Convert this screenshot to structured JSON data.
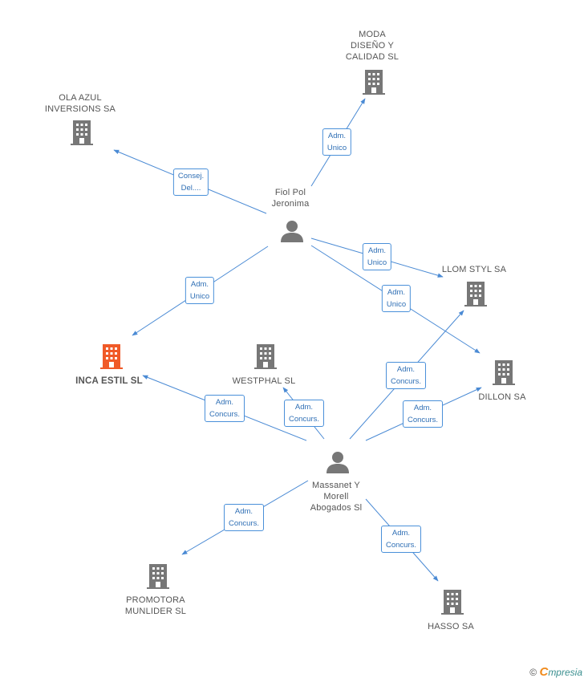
{
  "colors": {
    "edge": "#4a8ad4",
    "icon": "#777777",
    "highlight": "#f05a28",
    "label_border": "#4a90d9"
  },
  "nodes": [
    {
      "id": "moda",
      "type": "company",
      "label": "MODA\nDISEÑO Y\nCALIDAD SL"
    },
    {
      "id": "ola",
      "type": "company",
      "label": "OLA AZUL\nINVERSIONS SA"
    },
    {
      "id": "fiol",
      "type": "person",
      "label": "Fiol Pol\nJeronima"
    },
    {
      "id": "llom",
      "type": "company",
      "label": "LLOM STYL SA"
    },
    {
      "id": "inca",
      "type": "company",
      "label": "INCA ESTIL SL",
      "highlight": true
    },
    {
      "id": "westphal",
      "type": "company",
      "label": "WESTPHAL SL"
    },
    {
      "id": "dillon",
      "type": "company",
      "label": "DILLON SA"
    },
    {
      "id": "massanet",
      "type": "person",
      "label": "Massanet Y\nMorell\nAbogados Sl"
    },
    {
      "id": "promotora",
      "type": "company",
      "label": "PROMOTORA\nMUNLIDER SL"
    },
    {
      "id": "hasso",
      "type": "company",
      "label": "HASSO SA"
    }
  ],
  "edges": [
    {
      "from": "fiol",
      "to": "moda",
      "label": "Adm.\nUnico"
    },
    {
      "from": "fiol",
      "to": "ola",
      "label": "Consej.\nDel...."
    },
    {
      "from": "fiol",
      "to": "llom",
      "label": "Adm.\nUnico"
    },
    {
      "from": "fiol",
      "to": "dillon",
      "label": "Adm.\nUnico"
    },
    {
      "from": "fiol",
      "to": "inca",
      "label": "Adm.\nUnico"
    },
    {
      "from": "massanet",
      "to": "inca",
      "label": "Adm.\nConcurs."
    },
    {
      "from": "massanet",
      "to": "westphal",
      "label": "Adm.\nConcurs."
    },
    {
      "from": "massanet",
      "to": "llom",
      "label": "Adm.\nConcurs."
    },
    {
      "from": "massanet",
      "to": "dillon",
      "label": "Adm.\nConcurs."
    },
    {
      "from": "massanet",
      "to": "promotora",
      "label": "Adm.\nConcurs."
    },
    {
      "from": "massanet",
      "to": "hasso",
      "label": "Adm.\nConcurs."
    }
  ],
  "footer": {
    "copyright": "©",
    "brand_first": "C",
    "brand_rest": "mpresia"
  }
}
